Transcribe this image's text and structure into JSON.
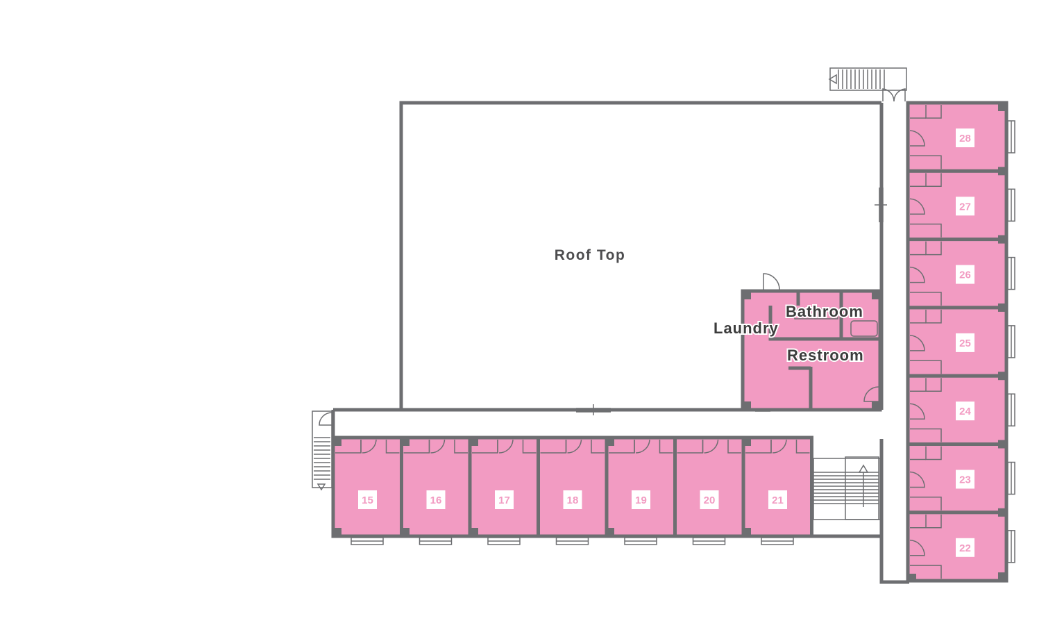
{
  "colors": {
    "room_fill": "#f29bc2",
    "wall": "#6d6e71",
    "number_text": "#f29bc2",
    "label_text": "#4d4d4f"
  },
  "areas": {
    "roof_top": "Roof Top",
    "laundry": "Laundry",
    "bathroom": "Bathroom",
    "restroom": "Restroom"
  },
  "rooms": {
    "bottom_row": [
      "15",
      "16",
      "17",
      "18",
      "19",
      "20",
      "21"
    ],
    "right_column": [
      "28",
      "27",
      "26",
      "25",
      "24",
      "23",
      "22"
    ]
  },
  "icons": [
    "stairs-icon",
    "door-swing-icon",
    "window-icon",
    "bathtub-icon",
    "arrow-icon"
  ]
}
